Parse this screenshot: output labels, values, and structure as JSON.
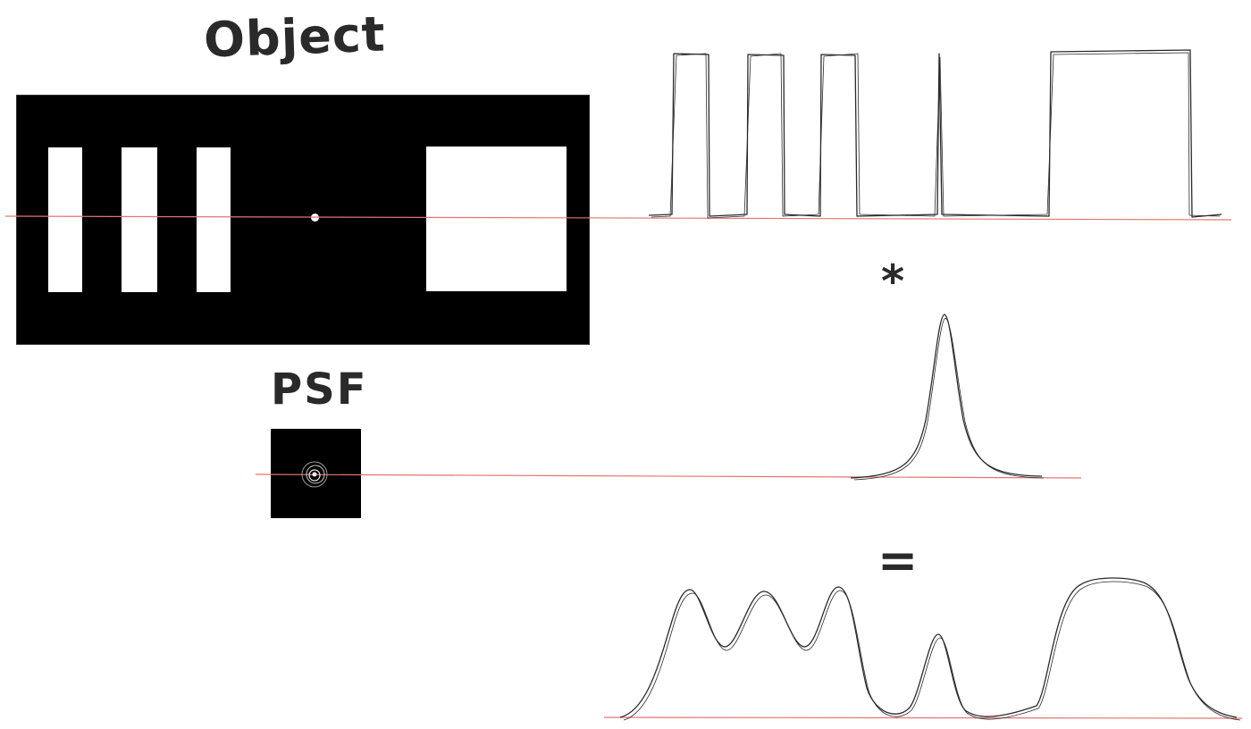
{
  "labels": {
    "object_title": "Object",
    "psf_title": "PSF",
    "convolution_operator": "*",
    "equals_operator": "="
  },
  "colors": {
    "background": "#ffffff",
    "object_dark": "#000000",
    "object_bright": "#ffffff",
    "profile_line": "#2b2b2b",
    "scan_line": "#e57373"
  },
  "object": {
    "slits": 3,
    "dots": 1,
    "squares": 1
  }
}
